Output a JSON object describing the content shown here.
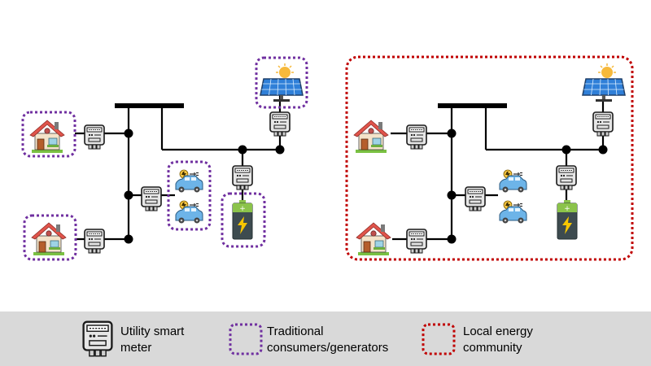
{
  "legend": {
    "smart_meter_line1": "Utility smart",
    "smart_meter_line2": "meter",
    "traditional_line1": "Traditional",
    "traditional_line2": "consumers/generators",
    "community_line1": "Local energy",
    "community_line2": "community"
  },
  "colors": {
    "traditional_border": "#7030a0",
    "community_border": "#c00000",
    "legend_background": "#d9d9d9",
    "bus_line": "#000000"
  },
  "icons": {
    "house": "house-icon",
    "meter": "smart-meter-icon",
    "solar": "solar-panel-icon",
    "ev": "electric-car-icon",
    "battery": "battery-icon"
  }
}
